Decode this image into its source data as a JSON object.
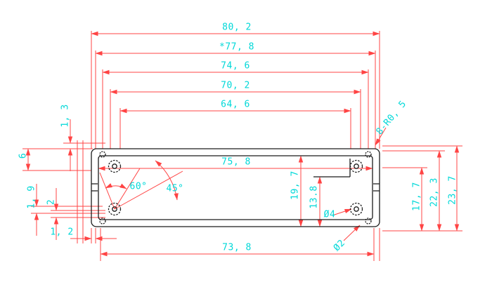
{
  "drawing": {
    "kind": "aluminum-extrusion-profile-cross-section",
    "colors": {
      "background": "#ffffff",
      "outline": "#1b1b1b",
      "dimension_lines": "#ff4444",
      "dimension_text": "#00d8d8"
    },
    "labels": {
      "d80_2": "80, 2",
      "d77_8": "*77, 8",
      "d74_6": "74, 6",
      "d70_2": "70, 2",
      "d64_6": "64, 6",
      "r0_5": "8-R0, 5",
      "d1_3": "1, 3",
      "d6": "6",
      "d1_9": "1, 9",
      "d2": "2",
      "d1_2": "1, 2",
      "d75_8": "75, 8",
      "d19_7": "19, 7",
      "d13_8": "13.8",
      "a60": "60°",
      "a45": "45°",
      "dia4": "Ø4",
      "dia2": "Ø2",
      "d17_7": "17, 7",
      "d22_3": "22, 3",
      "d23_7": "23, 7",
      "d73_8": "73, 8"
    },
    "dimension_values": {
      "overall_width": 80.2,
      "starred_width": 77.8,
      "widths": [
        74.6,
        70.2,
        64.6
      ],
      "inner_width": 75.8,
      "bottom_width": 73.8,
      "heights": [
        23.7,
        22.3,
        17.7,
        19.7,
        13.8
      ],
      "small": [
        1.3,
        6,
        1.9,
        2,
        1.2
      ],
      "angles_deg": [
        60,
        45
      ],
      "diameters": [
        4,
        2
      ],
      "corner_radius": "8-R0,5"
    }
  }
}
